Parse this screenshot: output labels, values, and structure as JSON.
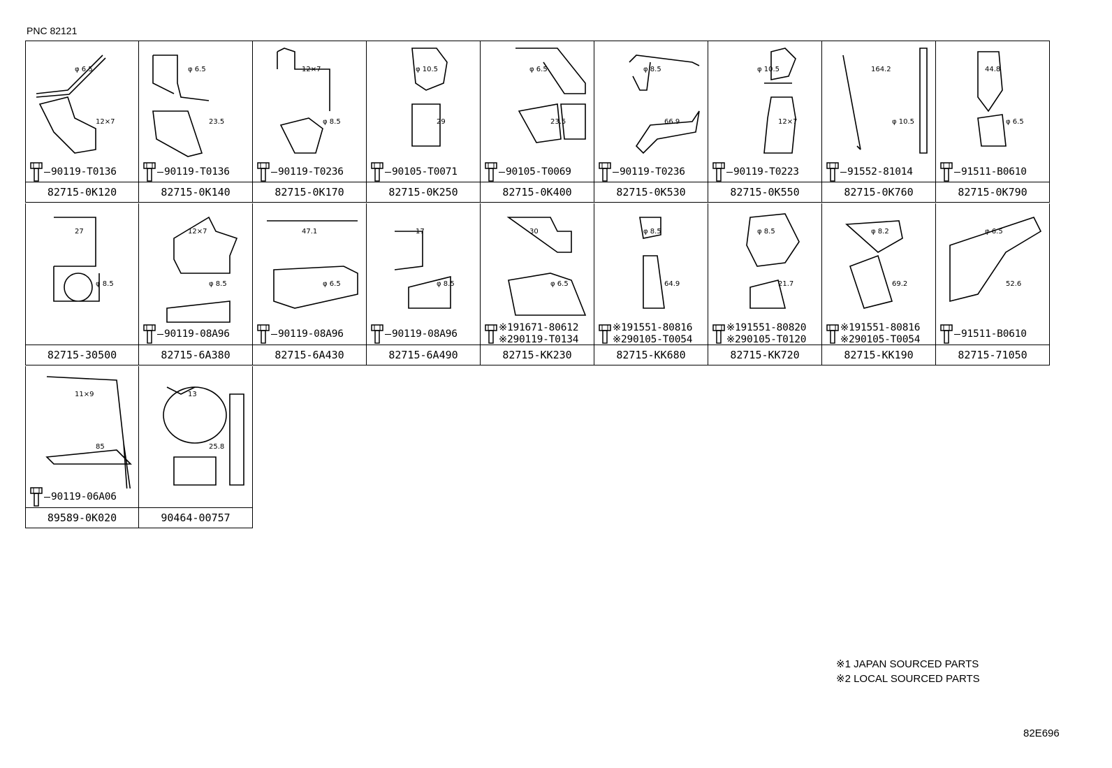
{
  "header": {
    "pnc": "PNC 82121"
  },
  "cells": [
    {
      "part": "82715-0K120",
      "bolts": [
        "90119-T0136"
      ],
      "dims": [
        "φ 6.5",
        "12×7"
      ]
    },
    {
      "part": "82715-0K140",
      "bolts": [
        "90119-T0136"
      ],
      "dims": [
        "φ 6.5",
        "23.5"
      ]
    },
    {
      "part": "82715-0K170",
      "bolts": [
        "90119-T0236"
      ],
      "dims": [
        "12×7",
        "φ 8.5"
      ]
    },
    {
      "part": "82715-0K250",
      "bolts": [
        "90105-T0071"
      ],
      "dims": [
        "φ 10.5",
        "29"
      ]
    },
    {
      "part": "82715-0K400",
      "bolts": [
        "90105-T0069"
      ],
      "dims": [
        "φ 6.5",
        "23.5"
      ]
    },
    {
      "part": "82715-0K530",
      "bolts": [
        "90119-T0236"
      ],
      "dims": [
        "φ 8.5",
        "66.9"
      ]
    },
    {
      "part": "82715-0K550",
      "bolts": [
        "90119-T0223"
      ],
      "dims": [
        "φ 10.5",
        "12×7"
      ]
    },
    {
      "part": "82715-0K760",
      "bolts": [
        "91552-81014"
      ],
      "dims": [
        "164.2",
        "φ 10.5"
      ]
    },
    {
      "part": "82715-0K790",
      "bolts": [
        "91511-B0610"
      ],
      "dims": [
        "44.8",
        "φ 6.5"
      ]
    },
    {
      "part": "82715-30500",
      "bolts": [],
      "dims": [
        "27",
        "φ 8.5"
      ]
    },
    {
      "part": "82715-6A380",
      "bolts": [
        "90119-08A96"
      ],
      "dims": [
        "12×7",
        "φ 8.5"
      ]
    },
    {
      "part": "82715-6A430",
      "bolts": [
        "90119-08A96"
      ],
      "dims": [
        "47.1",
        "φ 6.5"
      ]
    },
    {
      "part": "82715-6A490",
      "bolts": [
        "90119-08A96"
      ],
      "dims": [
        "17",
        "φ 8.5"
      ]
    },
    {
      "part": "82715-KK230",
      "bolts": [
        "※191671-80612",
        "※290119-T0134"
      ],
      "dims": [
        "30",
        "φ 6.5"
      ]
    },
    {
      "part": "82715-KK680",
      "bolts": [
        "※191551-80816",
        "※290105-T0054"
      ],
      "dims": [
        "φ 8.5",
        "64.9"
      ]
    },
    {
      "part": "82715-KK720",
      "bolts": [
        "※191551-80820",
        "※290105-T0120"
      ],
      "dims": [
        "φ 8.5",
        "21.7"
      ]
    },
    {
      "part": "82715-KK190",
      "bolts": [
        "※191551-80816",
        "※290105-T0054"
      ],
      "dims": [
        "φ 8.2",
        "69.2"
      ]
    },
    {
      "part": "82715-71050",
      "bolts": [
        "91511-B0610"
      ],
      "dims": [
        "φ 6.5",
        "52.6"
      ]
    },
    {
      "part": "89589-0K020",
      "bolts": [
        "90119-06A06"
      ],
      "dims": [
        "11×9",
        "85"
      ]
    },
    {
      "part": "90464-00757",
      "bolts": [],
      "dims": [
        "13",
        "25.8"
      ]
    }
  ],
  "notes": {
    "note1": "※1 JAPAN SOURCED PARTS",
    "note2": "※2 LOCAL SOURCED PARTS"
  },
  "illustration_code": "82E696"
}
